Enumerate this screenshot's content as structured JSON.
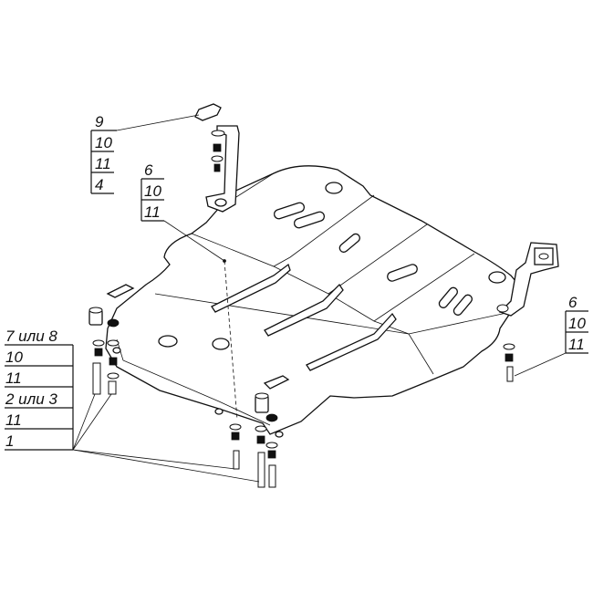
{
  "callouts": {
    "top_bracket": [
      "9",
      "10",
      "11",
      "4"
    ],
    "plate_label": [
      "6",
      "10",
      "11"
    ],
    "right_side": [
      "6",
      "10",
      "11"
    ],
    "left_side": [
      "7 или 8",
      "10",
      "11",
      "2 или 3",
      "11",
      "1"
    ]
  }
}
